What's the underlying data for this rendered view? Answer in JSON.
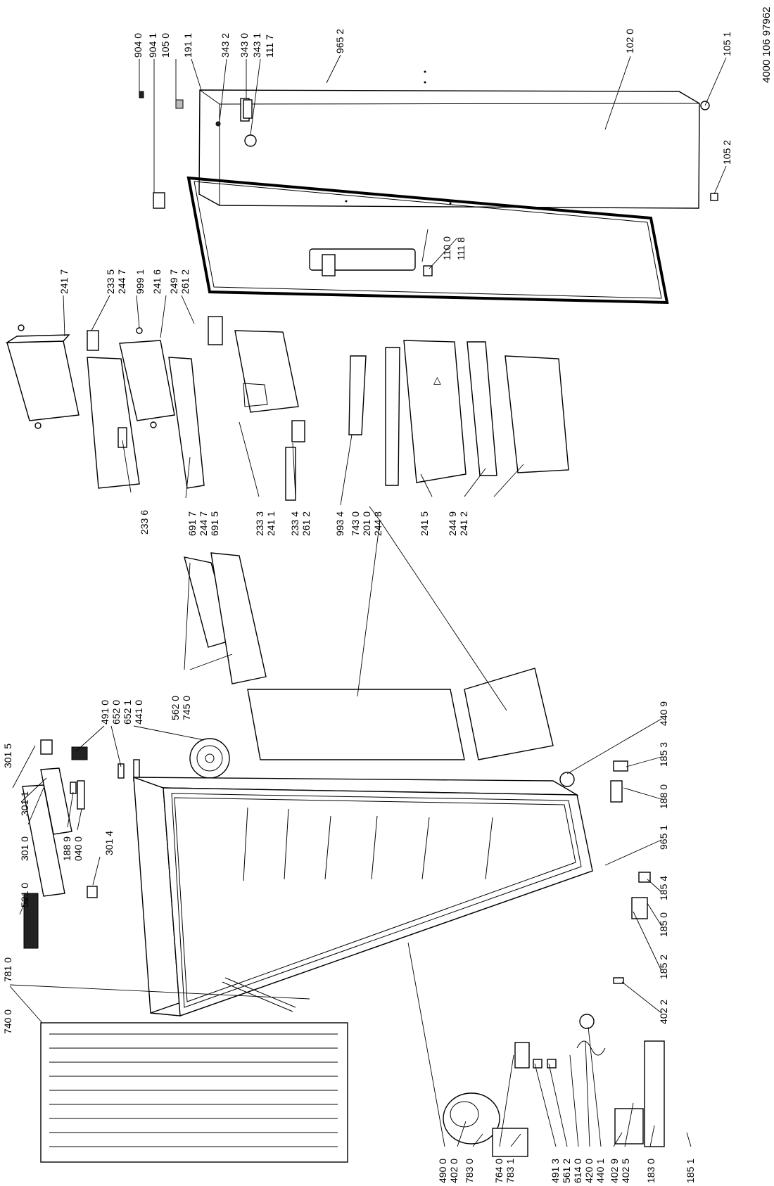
{
  "document_number": "4000 106 97962",
  "labels": [
    "904 0",
    "904 1",
    "105 0",
    "191 1",
    "343 2",
    "343 0",
    "343 1",
    "111 7",
    "965 2",
    "102 0",
    "105 1",
    "105 2",
    "110 0",
    "111 8",
    "241 7",
    "233 5",
    "244 7",
    "999 1",
    "241 6",
    "249 7",
    "261 2",
    "233 6",
    "691 7",
    "244 7",
    "691 5",
    "233 3",
    "241 1",
    "233 4",
    "261 2",
    "993 4",
    "743 0",
    "201 0",
    "244 8",
    "241 5",
    "244 9",
    "241 2",
    "301 5",
    "301 1",
    "301 0",
    "521 0",
    "781 0",
    "740 0",
    "188 9",
    "040 0",
    "301 4",
    "491 0",
    "652 0",
    "652 1",
    "441 0",
    "562 0",
    "745 0",
    "440 9",
    "185 3",
    "188 0",
    "965 1",
    "185 4",
    "185 0",
    "185 2",
    "402 2",
    "490 0",
    "402 0",
    "783 0",
    "764 0",
    "783 1",
    "491 3",
    "561 2",
    "614 0",
    "420 0",
    "440 1",
    "402 9",
    "402 5",
    "183 0",
    "185 1"
  ]
}
